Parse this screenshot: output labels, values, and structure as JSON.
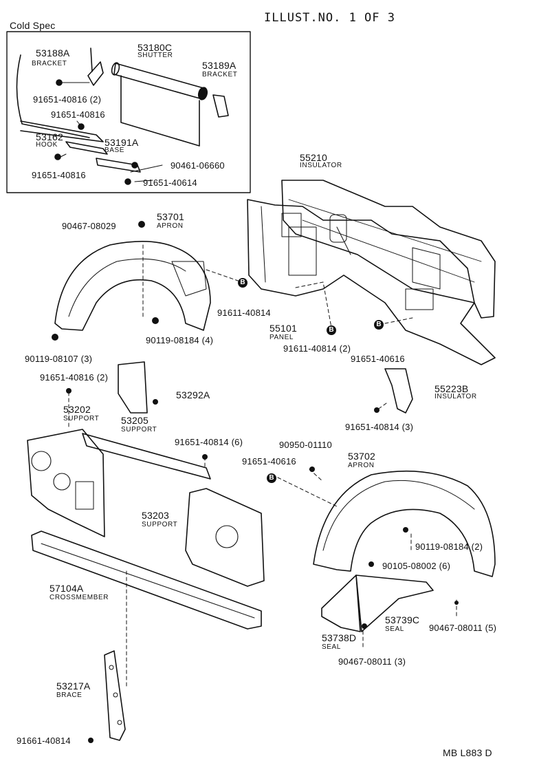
{
  "header": {
    "illust_no": "ILLUST.NO. 1 OF 3",
    "cold_spec": "Cold Spec",
    "footer_code": "MB   L883 D"
  },
  "inset": {
    "parts": [
      {
        "id": "53188A",
        "name": "BRACKET"
      },
      {
        "id": "53180C",
        "name": "SHUTTER"
      },
      {
        "id": "53189A",
        "name": "BRACKET"
      },
      {
        "id": "91651-40816 (2)",
        "name": ""
      },
      {
        "id": "91651-40816",
        "name": ""
      },
      {
        "id": "53162",
        "name": "HOOK"
      },
      {
        "id": "53191A",
        "name": "BASE"
      },
      {
        "id": "90461-06660",
        "name": ""
      },
      {
        "id": "91651-40816",
        "name": ""
      },
      {
        "id": "91651-40614",
        "name": ""
      }
    ]
  },
  "callouts": [
    {
      "id": "55210",
      "name": "INSULATOR"
    },
    {
      "id": "90467-08029",
      "name": ""
    },
    {
      "id": "53701",
      "name": "APRON"
    },
    {
      "id": "91611-40814",
      "name": ""
    },
    {
      "id": "90119-08184 (4)",
      "name": ""
    },
    {
      "id": "90119-08107 (3)",
      "name": ""
    },
    {
      "id": "55101",
      "name": "PANEL"
    },
    {
      "id": "91611-40814 (2)",
      "name": ""
    },
    {
      "id": "91651-40616",
      "name": ""
    },
    {
      "id": "55223B",
      "name": "INSULATOR"
    },
    {
      "id": "91651-40814 (3)",
      "name": ""
    },
    {
      "id": "91651-40816 (2)",
      "name": ""
    },
    {
      "id": "53292A",
      "name": ""
    },
    {
      "id": "53202",
      "name": "SUPPORT"
    },
    {
      "id": "53205",
      "name": "SUPPORT"
    },
    {
      "id": "91651-40814 (6)",
      "name": ""
    },
    {
      "id": "90950-01110",
      "name": ""
    },
    {
      "id": "91651-40616",
      "name": ""
    },
    {
      "id": "53702",
      "name": "APRON"
    },
    {
      "id": "53203",
      "name": "SUPPORT"
    },
    {
      "id": "90119-08184 (2)",
      "name": ""
    },
    {
      "id": "90105-08002 (6)",
      "name": ""
    },
    {
      "id": "57104A",
      "name": "CROSSMEMBER"
    },
    {
      "id": "53739C",
      "name": "SEAL"
    },
    {
      "id": "90467-08011 (5)",
      "name": ""
    },
    {
      "id": "53738D",
      "name": "SEAL"
    },
    {
      "id": "90467-08011 (3)",
      "name": ""
    },
    {
      "id": "53217A",
      "name": "BRACE"
    },
    {
      "id": "91661-40814",
      "name": ""
    }
  ],
  "marker": "B",
  "colors": {
    "ink": "#111111",
    "paper": "#ffffff"
  }
}
